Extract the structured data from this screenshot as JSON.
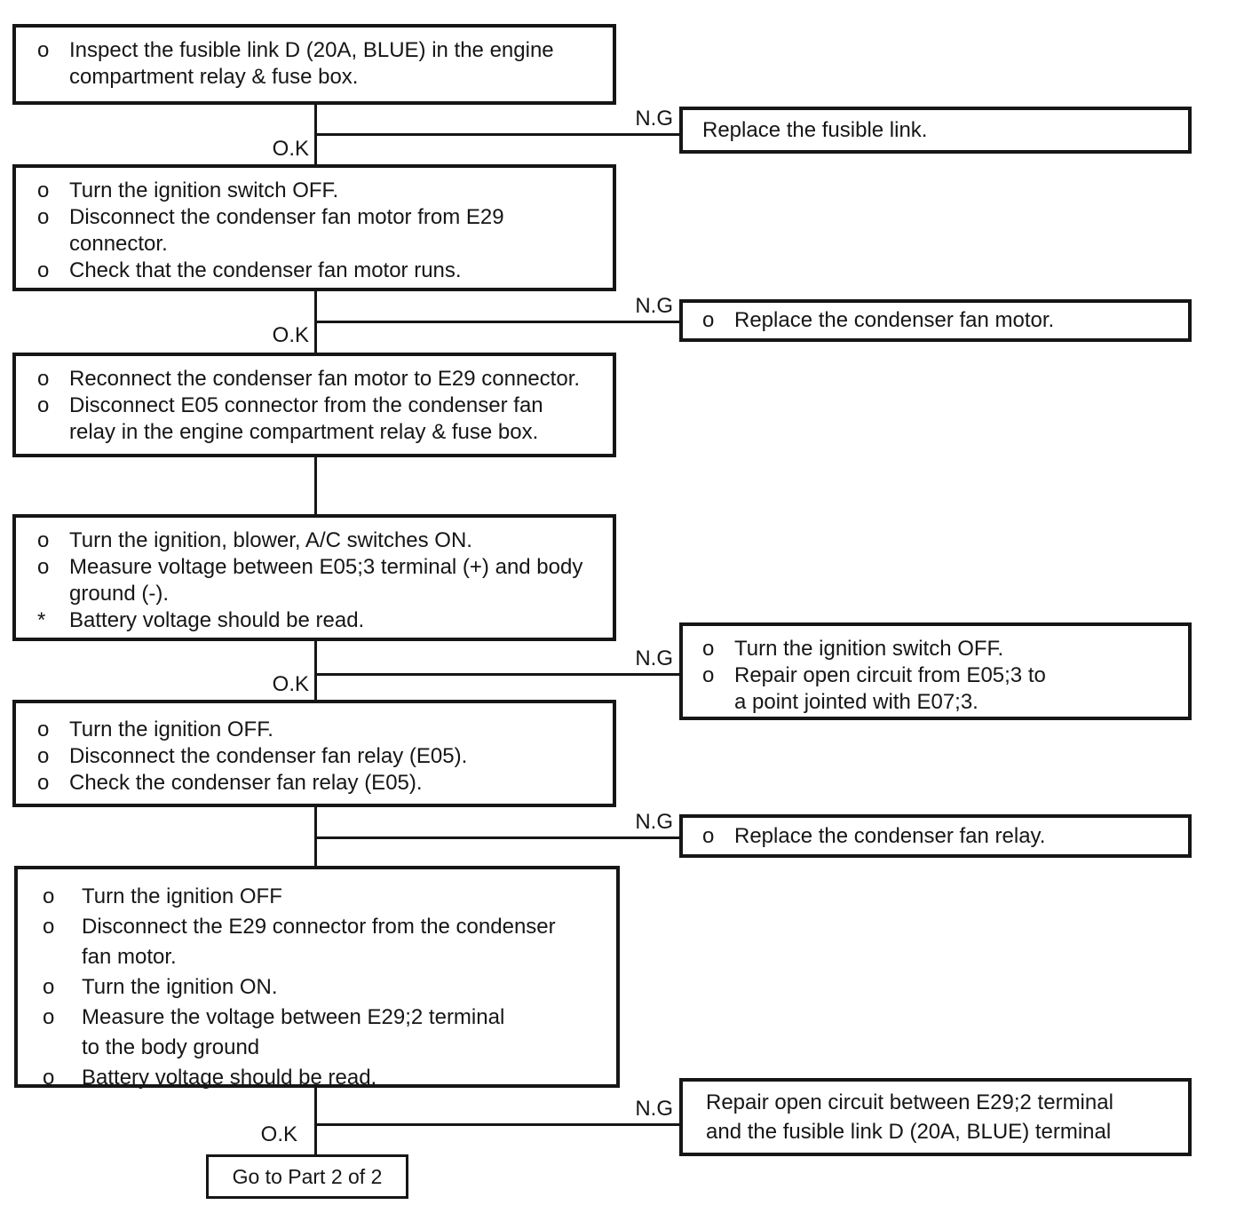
{
  "colors": {
    "ink": "#161616",
    "background": "#ffffff"
  },
  "labels": {
    "ok": "O.K",
    "ng": "N.G"
  },
  "left_boxes": [
    {
      "name": "inspect-fusible-link",
      "lines": [
        {
          "b": "o",
          "t": "Inspect the fusible link D (20A, BLUE) in the engine"
        },
        {
          "b": "",
          "t": "compartment relay & fuse box."
        }
      ]
    },
    {
      "name": "check-condenser-fan-motor",
      "lines": [
        {
          "b": "o",
          "t": "Turn the ignition switch OFF."
        },
        {
          "b": "o",
          "t": "Disconnect the condenser fan motor from E29"
        },
        {
          "b": "",
          "t": "connector."
        },
        {
          "b": "o",
          "t": "Check that the condenser fan motor runs."
        }
      ]
    },
    {
      "name": "reconnect-fan-motor",
      "lines": [
        {
          "b": "o",
          "t": "Reconnect the condenser fan motor to E29 connector."
        },
        {
          "b": "o",
          "t": "Disconnect E05 connector from the condenser fan"
        },
        {
          "b": "",
          "t": "relay in the engine compartment relay & fuse box."
        }
      ]
    },
    {
      "name": "measure-voltage-e05",
      "lines": [
        {
          "b": "o",
          "t": "Turn the ignition, blower, A/C switches ON."
        },
        {
          "b": "o",
          "t": "Measure voltage between E05;3 terminal (+) and body"
        },
        {
          "b": "",
          "t": "ground (-)."
        },
        {
          "b": "*",
          "t": "Battery voltage should be read."
        }
      ]
    },
    {
      "name": "check-condenser-fan-relay",
      "lines": [
        {
          "b": "o",
          "t": "Turn the ignition OFF."
        },
        {
          "b": "o",
          "t": "Disconnect the condenser fan relay (E05)."
        },
        {
          "b": "o",
          "t": "Check the condenser fan relay (E05)."
        }
      ]
    },
    {
      "name": "measure-voltage-e29",
      "lines": [
        {
          "b": "o",
          "t": "Turn the ignition OFF"
        },
        {
          "b": "o",
          "t": "Disconnect the E29 connector from the condenser"
        },
        {
          "b": "",
          "t": "fan motor."
        },
        {
          "b": "o",
          "t": "Turn the ignition ON."
        },
        {
          "b": "o",
          "t": "Measure the voltage between E29;2 terminal"
        },
        {
          "b": "",
          "t": "to the body ground"
        },
        {
          "b": "o",
          "t": "Battery voltage should be read."
        }
      ]
    }
  ],
  "right_boxes": [
    {
      "name": "replace-fusible-link",
      "lines": [
        {
          "b": "",
          "t": "Replace the fusible link."
        }
      ]
    },
    {
      "name": "replace-condenser-fan-motor",
      "lines": [
        {
          "b": "o",
          "t": "Replace the condenser fan motor."
        }
      ]
    },
    {
      "name": "repair-open-circuit-e05",
      "lines": [
        {
          "b": "o",
          "t": "Turn the ignition switch OFF."
        },
        {
          "b": "o",
          "t": "Repair open circuit from E05;3 to"
        },
        {
          "b": "",
          "t": "a point jointed with E07;3."
        }
      ]
    },
    {
      "name": "replace-condenser-fan-relay",
      "lines": [
        {
          "b": "o",
          "t": "Replace the condenser fan relay."
        }
      ]
    },
    {
      "name": "repair-open-circuit-e29",
      "lines": [
        {
          "b": "",
          "t": "Repair open circuit between E29;2 terminal"
        },
        {
          "b": "",
          "t": "and the fusible link D (20A, BLUE) terminal"
        }
      ]
    }
  ],
  "terminal": {
    "label": "Go to Part 2 of 2"
  }
}
